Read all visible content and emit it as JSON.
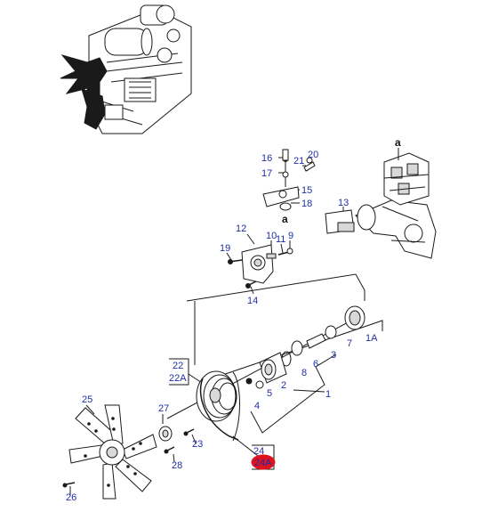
{
  "diagram": {
    "parts": {
      "p16": "16",
      "p20": "20",
      "p17": "17",
      "p21": "21",
      "p15": "15",
      "p18": "18",
      "p13": "13",
      "p12": "12",
      "p10": "10",
      "p11": "11",
      "p9": "9",
      "p19": "19",
      "p14": "14",
      "p1A": "1A",
      "p7": "7",
      "p3": "3",
      "p6": "6",
      "p8": "8",
      "p2": "2",
      "p22": "22",
      "p22A": "22A",
      "p5": "5",
      "p4": "4",
      "p1": "1",
      "p25": "25",
      "p27": "27",
      "p23": "23",
      "p28": "28",
      "p24": "24",
      "p24A": "24A",
      "p26": "26"
    },
    "refs": {
      "a_top": "a",
      "a_mid": "a"
    },
    "colors": {
      "label": "#1f2fa8",
      "line": "#1a1a1a",
      "highlight": "#e0121c"
    }
  }
}
